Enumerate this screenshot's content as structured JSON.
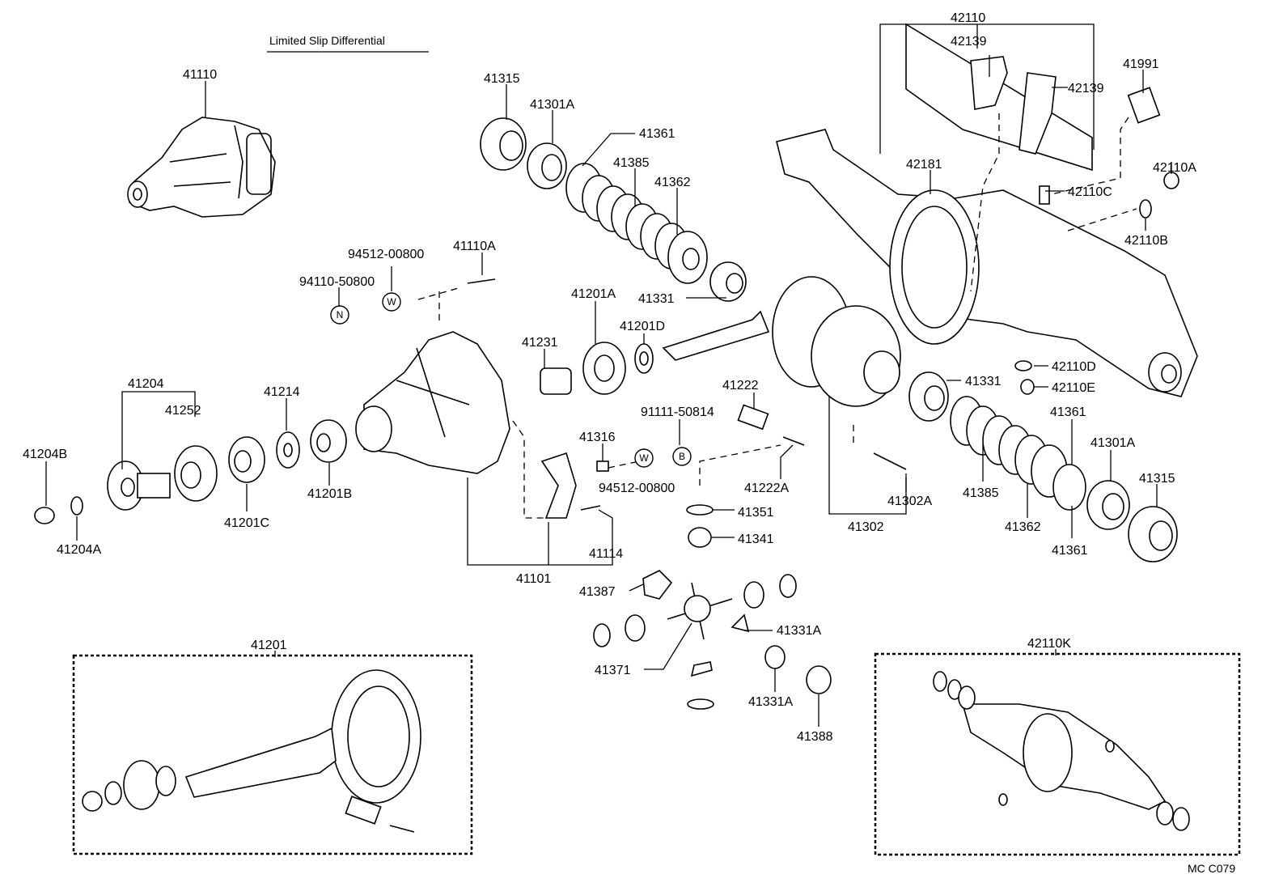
{
  "title": "Limited Slip Differential",
  "footer_code": "MC  C079",
  "callouts": {
    "w": "W",
    "n": "N",
    "b": "B"
  },
  "labels": {
    "p41110": "41110",
    "p41315a": "41315",
    "p41301Aa": "41301A",
    "p41361a": "41361",
    "p41385a": "41385",
    "p41362a": "41362",
    "p41331a": "41331",
    "p42110": "42110",
    "p42139a": "42139",
    "p42139b": "42139",
    "p41991": "41991",
    "p42181": "42181",
    "p42110C": "42110C",
    "p42110A": "42110A",
    "p42110B": "42110B",
    "p94512a": "94512-00800",
    "p41110A": "41110A",
    "p94110": "94110-50800",
    "p41201A": "41201A",
    "p41231": "41231",
    "p41201D": "41201D",
    "p42110D": "42110D",
    "p42110E": "42110E",
    "p41331b": "41331",
    "p41204": "41204",
    "p41252": "41252",
    "p41214": "41214",
    "p41204B": "41204B",
    "p41204A": "41204A",
    "p41201C": "41201C",
    "p41201B": "41201B",
    "p41316": "41316",
    "p94512b": "94512-00800",
    "p91111": "91111-50814",
    "p41222": "41222",
    "p41222A": "41222A",
    "p41302A": "41302A",
    "p41302": "41302",
    "p41361b": "41361",
    "p41301Ab": "41301A",
    "p41315b": "41315",
    "p41385b": "41385",
    "p41362b": "41362",
    "p41361c": "41361",
    "p41351": "41351",
    "p41341": "41341",
    "p41114": "41114",
    "p41101": "41101",
    "p41387": "41387",
    "p41331Aa": "41331A",
    "p41331Ab": "41331A",
    "p41371": "41371",
    "p41388": "41388",
    "p41201": "41201",
    "p42110K": "42110K"
  }
}
